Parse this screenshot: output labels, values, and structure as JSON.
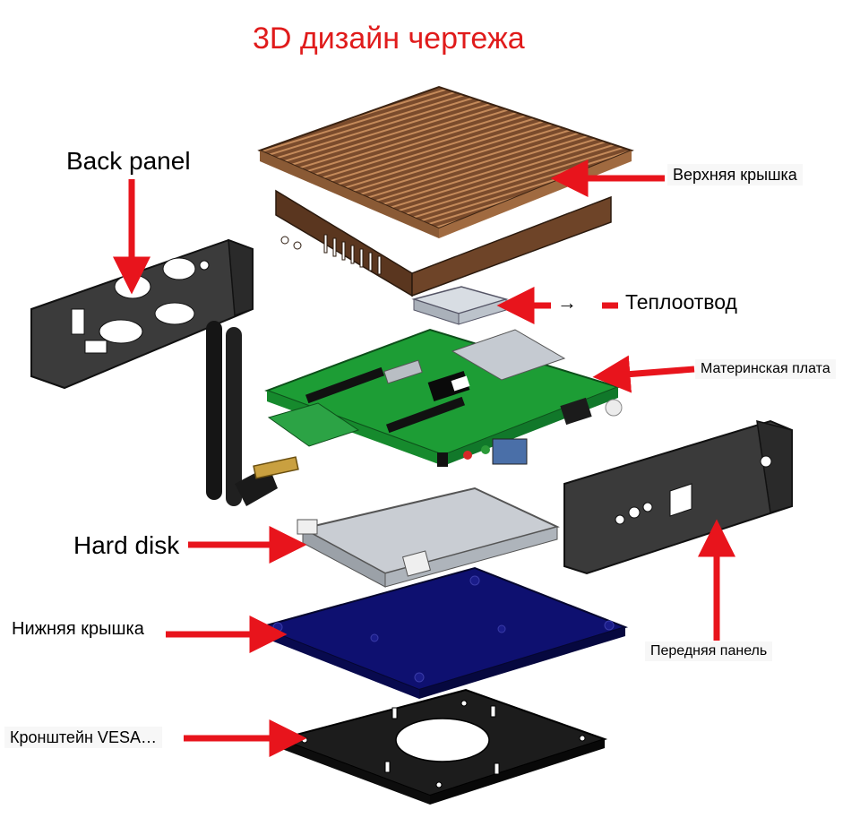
{
  "title": "3D дизайн чертежа",
  "labels": {
    "back_panel": "Back panel",
    "top_cover": "Верхняя крышка",
    "heatsink_arrow": "→",
    "heatsink": "Теплоотвод",
    "motherboard": "Материнская плата",
    "hard_disk": "Hard disk",
    "bottom_cover": "Нижняя крышка",
    "front_panel": "Передняя панель",
    "vesa_bracket": "Кронштейн VESA…"
  },
  "colors": {
    "title": "#e01b1b",
    "arrow": "#e8141c",
    "cover": "#6b4226",
    "board": "#1a9c34",
    "disk": "#c7cbd2",
    "bottom": "#0e0f6e",
    "bracket": "#1c1c1c",
    "panel": "#3a3a3a"
  }
}
